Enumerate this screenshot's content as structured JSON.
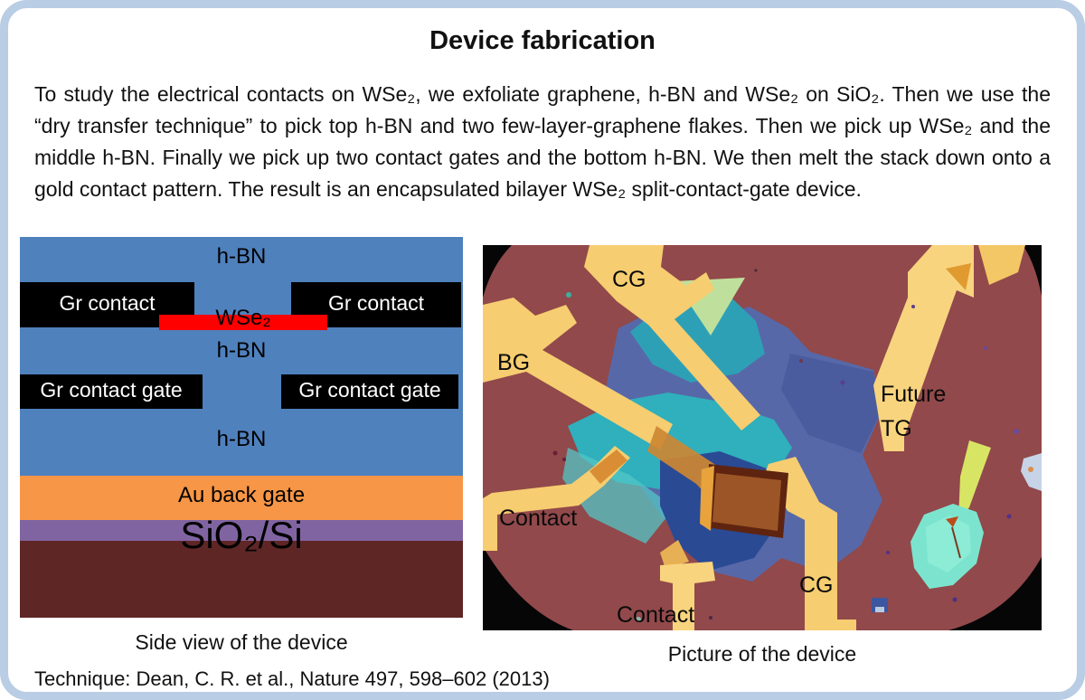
{
  "slide": {
    "title": "Device fabrication",
    "body_text": "To study the electrical contacts on WSe₂, we exfoliate graphene, h-BN and WSe₂ on SiO₂. Then we use the “dry transfer technique” to pick top h-BN and two few-layer-graphene flakes. Then we pick up WSe₂ and the middle h-BN. Finally we pick up two contact gates and the bottom h-BN. We then melt the stack down onto a gold contact pattern. The result is an encapsulated bilayer WSe₂ split-contact-gate device.",
    "reference": "Technique: Dean, C. R. et al., Nature 497, 598–602 (2013)",
    "border_color": "#B9CDE5"
  },
  "side_view": {
    "caption": "Side view of the device",
    "labels": {
      "hbn_top": "h-BN",
      "gr_contact_left": "Gr contact",
      "gr_contact_right": "Gr contact",
      "wse2": "WSe₂",
      "hbn_mid": "h-BN",
      "gr_gate_left": "Gr contact gate",
      "gr_gate_right": "Gr contact gate",
      "hbn_bottom": "h-BN",
      "au_back_gate": "Au back gate",
      "substrate": "SiO₂/Si"
    },
    "colors": {
      "hbn": "#4F81BD",
      "graphene_contact": "#000000",
      "wse2": "#FF0000",
      "au_back_gate": "#F79646",
      "sio2": "#8064A2",
      "si": "#5F2626"
    }
  },
  "device_picture": {
    "caption": "Picture of the device",
    "labels": {
      "cg_top": "CG",
      "bg": "BG",
      "future_line1": "Future",
      "future_line2": "TG",
      "contact_left": "Contact",
      "contact_bottom": "Contact",
      "cg_bottom": "CG"
    },
    "colors": {
      "field_background": "#91494B",
      "gold_electrode": "#F6CD70",
      "flake_teal": "#2FB0BC",
      "flake_blue": "#2A4A94"
    }
  }
}
